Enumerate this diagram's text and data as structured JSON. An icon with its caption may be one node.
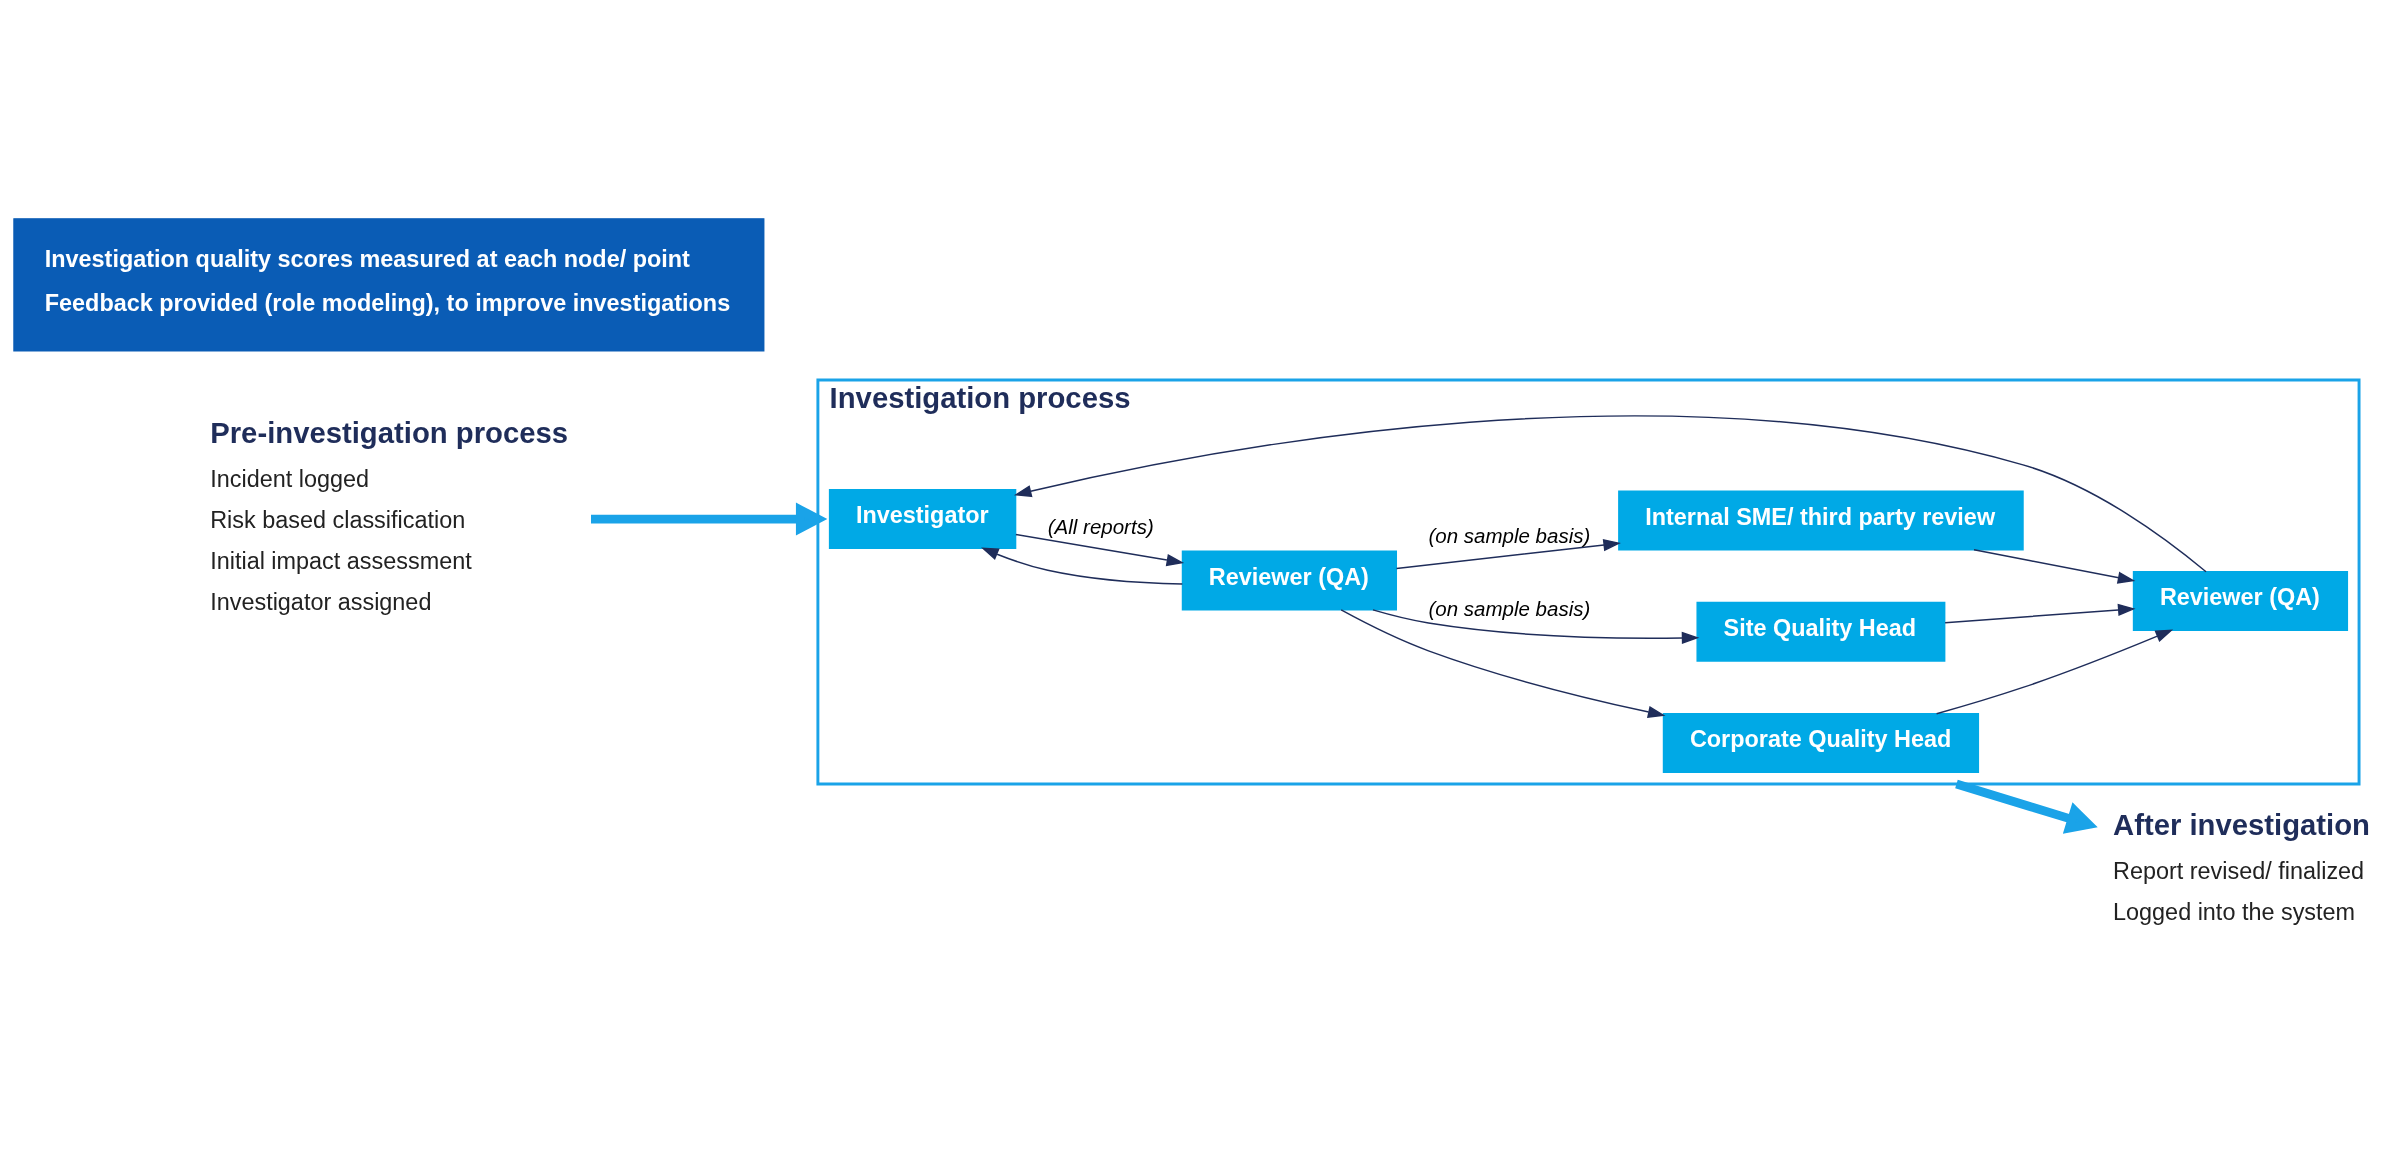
{
  "diagram": {
    "nodes": [
      {
        "text": [
          "Pre-investigation process",
          "Incident logged",
          "Risk based classification",
          "Initial impact assessment",
          "Investigator assigned"
        ]
      },
      {
        "text": [
          "Investigation process"
        ]
      },
      {
        "text": [
          "Investigator"
        ],
        "in": 1
      },
      {
        "text": [
          "Reviewer (QA)"
        ],
        "in": 1
      },
      {
        "text": [
          "Reviewer (QA)"
        ],
        "in": 1
      },
      {
        "text": [
          "Site Quality Head"
        ],
        "in": 1
      },
      {
        "text": [
          "Internal SME/ third party review"
        ],
        "in": 1
      },
      {
        "text": [
          "Corporate Quality Head"
        ],
        "in": 1
      },
      {
        "text": [
          "After investigation",
          "Report revised/ finalized",
          "Logged into the system"
        ]
      },
      {
        "text": [
          "Investigation quality scores measured at each node/ point",
          "Feedback provided (role modeling), to improve investigations"
        ]
      }
    ],
    "edges": [
      {
        "from": 0,
        "to": 1,
        "arrow": "to",
        "style": "thick",
        "color": "#1aa3e8"
      },
      {
        "from": 1,
        "to": 8,
        "arrow": "to",
        "style": "thick",
        "color": "#1aa3e8"
      },
      {
        "from": 2,
        "to": 4,
        "arrow": "to",
        "label": "(All reports)"
      },
      {
        "from": 3,
        "to": 2,
        "arrow": "to"
      },
      {
        "from": 4,
        "to": 2,
        "arrow": "to"
      },
      {
        "from": 4,
        "to": 6,
        "arrow": "to",
        "label": "(on sample basis)"
      },
      {
        "from": 4,
        "to": 7,
        "arrow": "to"
      },
      {
        "from": 4,
        "to": 5,
        "arrow": "to",
        "label": "(on sample basis)"
      },
      {
        "from": 5,
        "to": 3,
        "arrow": "to"
      },
      {
        "from": 6,
        "to": 3,
        "arrow": "to"
      },
      {
        "from": 7,
        "to": 3,
        "arrow": "to"
      }
    ]
  }
}
